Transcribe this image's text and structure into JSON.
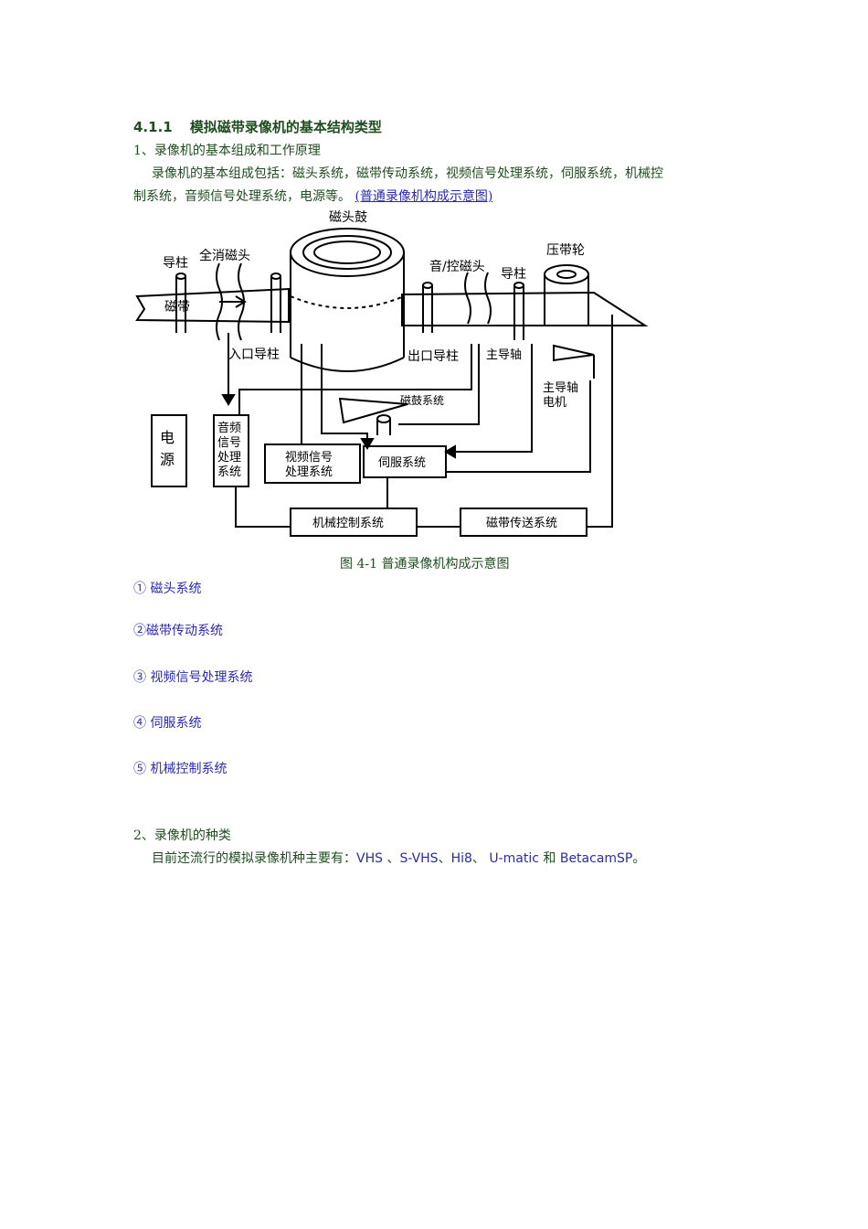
{
  "section": {
    "number": "4.1.1",
    "title": "模拟磁带录像机的基本结构类型"
  },
  "sub1": {
    "heading": "1、录像机的基本组成和工作原理",
    "para_line1": "录像机的基本组成包括：磁头系统，磁带传动系统，视频信号处理系统，伺服系统，机械控",
    "para_line2": "制系统，音频信号处理系统，电源等。",
    "link": "(普通录像机构成示意图)"
  },
  "diagram": {
    "labels": {
      "drum": "磁头鼓",
      "guide_post": "导柱",
      "erase_head": "全消磁头",
      "tape": "磁带",
      "audio_control_head": "音/控磁头",
      "guide_post2": "导柱",
      "pinch_roller": "压带轮",
      "entry_post": "入口导柱",
      "exit_post": "出口导柱",
      "capstan": "主导轴",
      "capstan_motor_1": "主导轴",
      "capstan_motor_2": "电机",
      "drum_system": "磁鼓系统",
      "power_1": "电",
      "power_2": "源",
      "audio_1": "音频",
      "audio_2": "信号",
      "audio_3": "处理",
      "audio_4": "系统",
      "video_1": "视频信号",
      "video_2": "处理系统",
      "servo": "伺服系统",
      "mech": "机械控制系统",
      "transport": "磁带传送系统"
    },
    "caption": "图 4-1  普通录像机构成示意图"
  },
  "systems": [
    "① 磁头系统",
    "②磁带传动系统",
    "③ 视频信号处理系统",
    "④ 伺服系统",
    "⑤ 机械控制系统"
  ],
  "sub2": {
    "heading": "2、录像机的种类",
    "intro": "目前还流行的模拟录像机种主要有：",
    "formats": [
      "VHS",
      "S-VHS",
      "Hi8",
      "U-matic",
      "BetacamSP"
    ],
    "sep1": " 、",
    "sep2": "、",
    "sep3": "、 ",
    "conj": " 和 ",
    "end": "。"
  }
}
